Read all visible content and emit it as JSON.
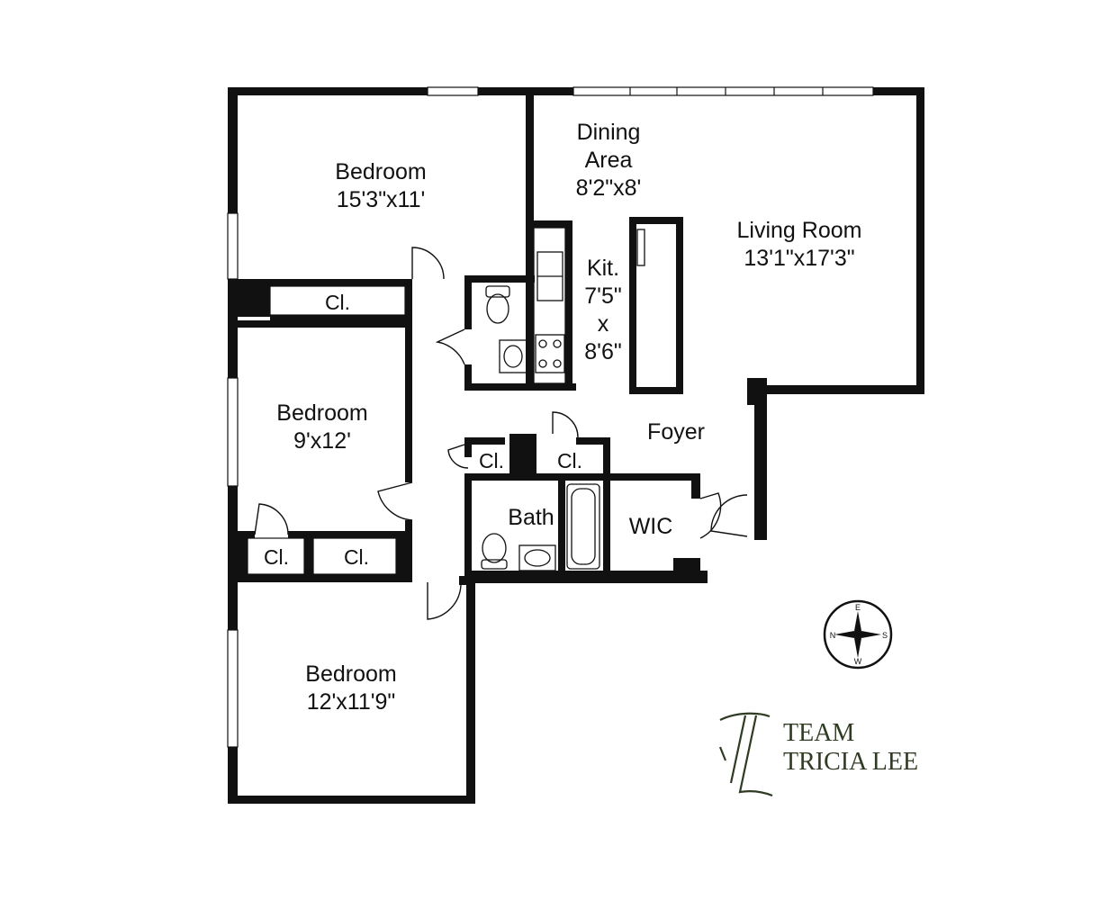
{
  "rooms": {
    "bedroom_1": {
      "name": "Bedroom",
      "dims": "15'3\"x11'"
    },
    "dining": {
      "name_line1": "Dining",
      "name_line2": "Area",
      "dims": "8'2\"x8'"
    },
    "living": {
      "name": "Living Room",
      "dims": "13'1\"x17'3\""
    },
    "kitchen": {
      "name": "Kit.",
      "dim1": "7'5\"",
      "x": "x",
      "dim2": "8'6\""
    },
    "bedroom_2": {
      "name": "Bedroom",
      "dims": "9'x12'"
    },
    "bedroom_3": {
      "name": "Bedroom",
      "dims": "12'x11'9\""
    },
    "foyer": {
      "name": "Foyer"
    },
    "bath": {
      "name": "Bath"
    },
    "wic": {
      "name": "WIC"
    }
  },
  "closets": {
    "cl_bed1": "Cl.",
    "cl_hall_left": "Cl.",
    "cl_hall_right": "Cl.",
    "cl_bed3_left": "Cl.",
    "cl_bed3_right": "Cl."
  },
  "compass": {
    "n": "N",
    "s": "S",
    "e": "E",
    "w": "W"
  },
  "brand": {
    "monogram": "TL",
    "line1": "TEAM",
    "line2": "TRICIA LEE",
    "color": "#2f3b22"
  },
  "colors": {
    "wall": "#111111",
    "background": "#ffffff"
  }
}
